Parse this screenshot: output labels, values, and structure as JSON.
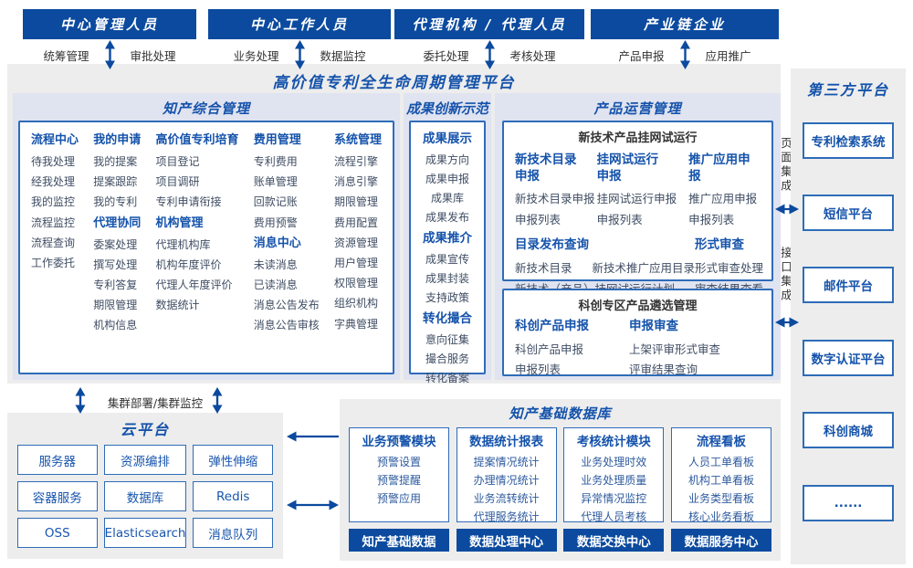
{
  "colors": {
    "primary": "#0b4a9e",
    "title_blue": "#1553ab",
    "border_blue": "#2e6cb8",
    "item_text": "#3f4d63",
    "module_item_text": "#2d5a9e",
    "section_bg": "#e0e3f0",
    "panel_bg": "#ededed"
  },
  "top_roles": [
    {
      "title": "中心管理人员",
      "left": "统筹管理",
      "right": "审批处理"
    },
    {
      "title": "中心工作人员",
      "left": "业务处理",
      "right": "数据监控"
    },
    {
      "title": "代理机构 / 代理人员",
      "left": "委托处理",
      "right": "考核处理"
    },
    {
      "title": "产业链企业",
      "left": "产品申报",
      "right": "应用推广"
    }
  ],
  "platform_title": "高价值专利全生命周期管理平台",
  "ip_management": {
    "title": "知产综合管理",
    "columns": [
      {
        "groups": [
          {
            "header": "流程中心",
            "items": [
              "待我处理",
              "经我处理",
              "我的监控",
              "流程监控",
              "流程查询",
              "工作委托"
            ]
          }
        ]
      },
      {
        "groups": [
          {
            "header": "我的申请",
            "items": [
              "我的提案",
              "提案跟踪",
              "我的专利"
            ]
          },
          {
            "header": "代理协同",
            "items": [
              "委案处理",
              "撰写处理",
              "专利答复",
              "期限管理",
              "机构信息"
            ]
          }
        ]
      },
      {
        "groups": [
          {
            "header": "高价值专利培育",
            "items": [
              "项目登记",
              "项目调研",
              "专利申请衔接"
            ]
          },
          {
            "header": "机构管理",
            "items": [
              "代理机构库",
              "机构年度评价",
              "代理人年度评价",
              "数据统计"
            ]
          }
        ]
      },
      {
        "groups": [
          {
            "header": "费用管理",
            "items": [
              "专利费用",
              "账单管理",
              "回款记账",
              "费用预警"
            ]
          },
          {
            "header": "消息中心",
            "items": [
              "未读消息",
              "已读消息",
              "消息公告发布",
              "消息公告审核"
            ]
          }
        ]
      },
      {
        "groups": [
          {
            "header": "系统管理",
            "items": [
              "流程引擎",
              "消息引擎",
              "期限管理",
              "费用配置",
              "资源管理",
              "用户管理",
              "权限管理",
              "组织机构",
              "字典管理"
            ]
          }
        ]
      }
    ]
  },
  "achievements": {
    "title": "成果创新示范",
    "groups": [
      {
        "header": "成果展示",
        "items": [
          "成果方向",
          "成果申报",
          "成果库",
          "成果发布"
        ]
      },
      {
        "header": "成果推介",
        "items": [
          "成果宣传",
          "成果封装",
          "支持政策"
        ]
      },
      {
        "header": "转化撮合",
        "items": [
          "意向征集",
          "撮合服务",
          "转化备案"
        ]
      }
    ]
  },
  "product_ops": {
    "title": "产品运营管理",
    "box_a": {
      "title": "新技术产品挂网试运行",
      "columns": [
        {
          "header": "新技术目录申报",
          "items": [
            "新技术目录申报",
            "申报列表"
          ]
        },
        {
          "header": "挂网试运行申报",
          "items": [
            "挂网试运行申报",
            "申报列表"
          ]
        },
        {
          "header": "推广应用申报",
          "items": [
            "推广应用申报",
            "申报列表"
          ]
        }
      ],
      "catalog": {
        "header": "目录发布查询",
        "row1": [
          "新技术目录",
          "新技术推广应用目录"
        ],
        "row2": "新技术（产品）挂网试运行计划"
      },
      "review": {
        "header": "形式审查",
        "items": [
          "形式审查处理",
          "审查结果查看"
        ]
      }
    },
    "box_b": {
      "title": "科创专区产品遴选管理",
      "columns": [
        {
          "header": "科创产品申报",
          "items": [
            "科创产品申报",
            "申报列表"
          ]
        },
        {
          "header": "申报审查",
          "items": [
            "上架评审形式审查",
            "评审结果查询"
          ]
        }
      ]
    }
  },
  "integration": {
    "page": "页面集成",
    "api": "接口集成"
  },
  "third_party": {
    "title": "第三方平台",
    "boxes": [
      "专利检索系统",
      "短信平台",
      "邮件平台",
      "数字认证平台",
      "科创商城",
      "......"
    ]
  },
  "cluster_label": "集群部署/集群监控",
  "cloud": {
    "title": "云平台",
    "cells": [
      "服务器",
      "资源编排",
      "弹性伸缩",
      "容器服务",
      "数据库",
      "Redis",
      "OSS",
      "Elasticsearch",
      "消息队列"
    ]
  },
  "ip_database": {
    "title": "知产基础数据库",
    "modules": [
      {
        "header": "业务预警模块",
        "items": [
          "预警设置",
          "预警提醒",
          "预警应用"
        ],
        "footer": "知产基础数据"
      },
      {
        "header": "数据统计报表",
        "items": [
          "提案情况统计",
          "办理情况统计",
          "业务流转统计",
          "代理服务统计"
        ],
        "footer": "数据处理中心"
      },
      {
        "header": "考核统计模块",
        "items": [
          "业务处理时效",
          "业务处理质量",
          "异常情况监控",
          "代理人员考核"
        ],
        "footer": "数据交换中心"
      },
      {
        "header": "流程看板",
        "items": [
          "人员工单看板",
          "机构工单看板",
          "业务类型看板",
          "核心业务看板"
        ],
        "footer": "数据服务中心"
      }
    ]
  }
}
